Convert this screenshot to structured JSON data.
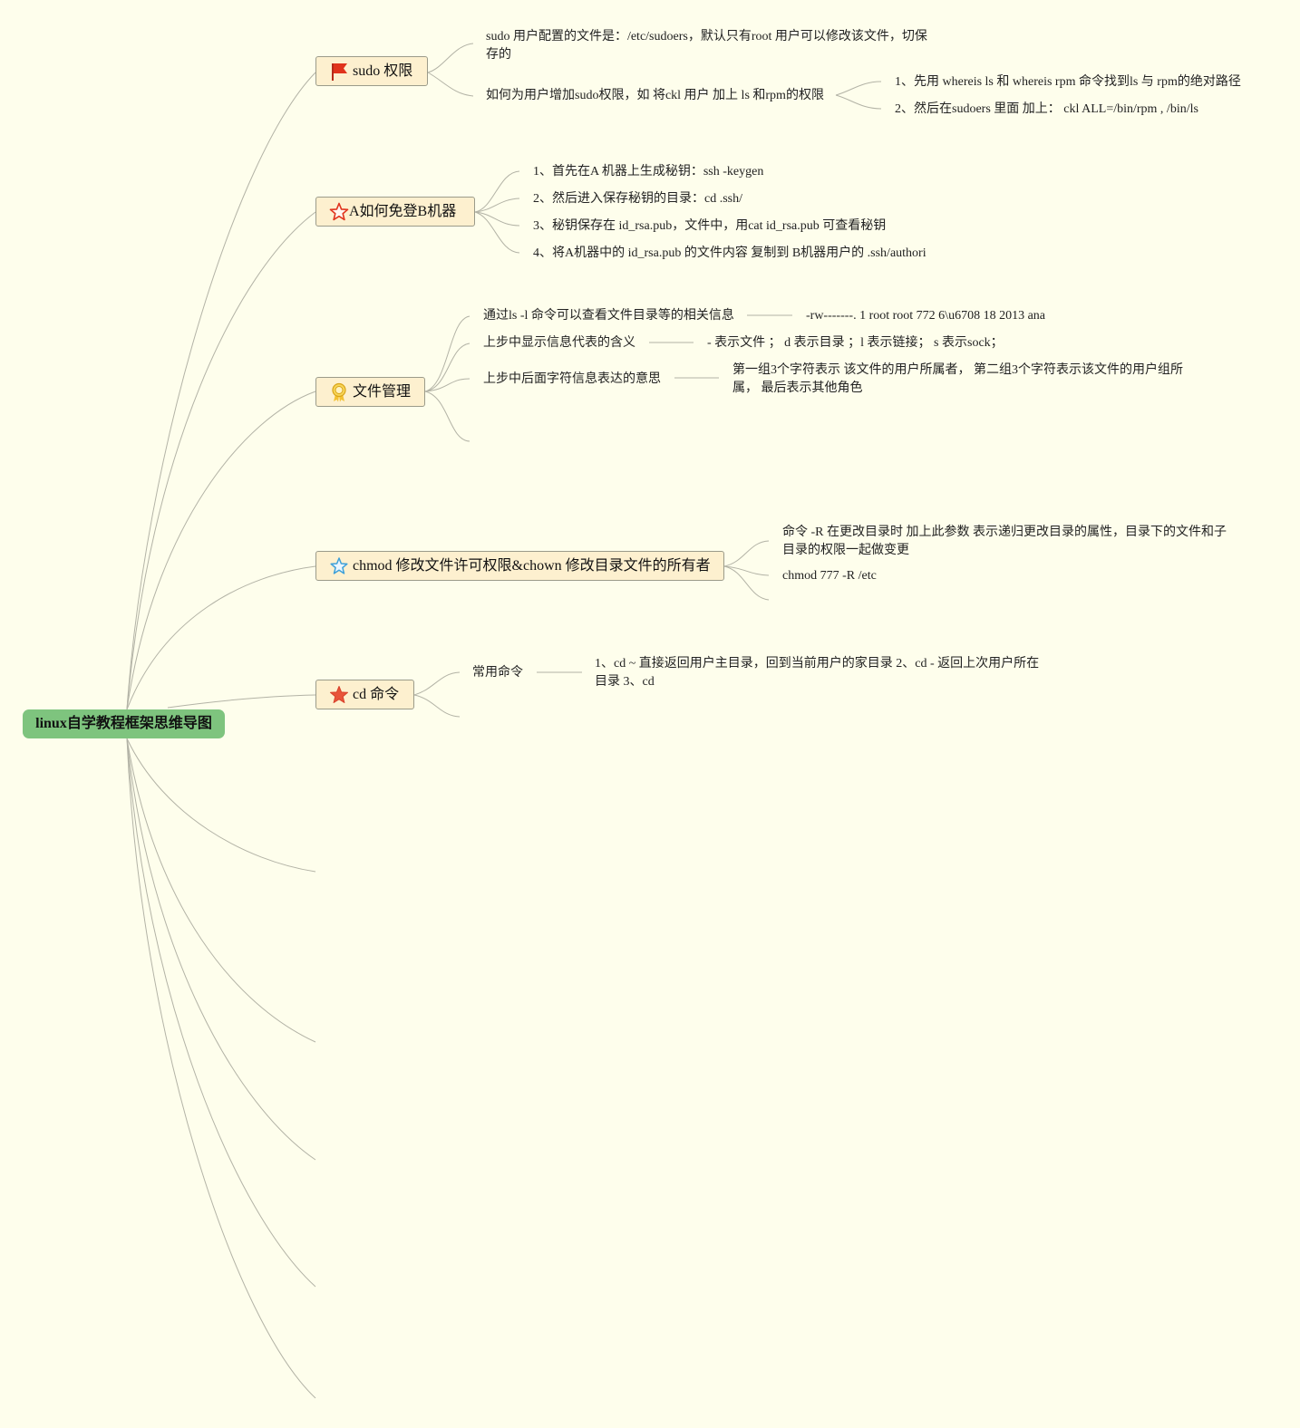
{
  "root": {
    "label": "linux自学教程框架思维导图"
  },
  "branches": [
    {
      "id": "sudo",
      "label": "sudo 权限",
      "icon": "red-flag-icon",
      "children": [
        {
          "text": "sudo 用户配置的文件是：/etc/sudoers，默认只有root 用户可以修改该文件，切保存的"
        },
        {
          "text": "如何为用户增加sudo权限，如 将ckl 用户 加上 ls 和rpm的权限",
          "children": [
            {
              "text": "1、先用 whereis ls 和 whereis rpm 命令找到ls 与 rpm的绝对路径"
            },
            {
              "text": "2、然后在sudoers 里面 加上： ckl ALL=/bin/rpm , /bin/ls"
            }
          ]
        }
      ]
    },
    {
      "id": "ssh",
      "label": "A如何免登B机器",
      "icon": "red-star-outline-icon",
      "children": [
        {
          "text": "1、首先在A 机器上生成秘钥：ssh -keygen"
        },
        {
          "text": "2、然后进入保存秘钥的目录：cd .ssh/"
        },
        {
          "text": "3、秘钥保存在 id_rsa.pub，文件中，用cat id_rsa.pub 可查看秘钥"
        },
        {
          "text": "4、将A机器中的 id_rsa.pub 的文件内容 复制到 B机器用户的 .ssh/authori"
        }
      ]
    },
    {
      "id": "files",
      "label": "文件管理",
      "icon": "award-medal-icon",
      "children": [
        {
          "text": "通过ls -l 命令可以查看文件目录等的相关信息",
          "detail": "-rw-------. 1 root root 772 6\\u6708 18 2013 ana"
        },
        {
          "text": "上步中显示信息代表的含义",
          "detail": "- 表示文件 ； d 表示目录 ；l 表示链接； s 表示sock；"
        },
        {
          "text": "上步中后面字符信息表达的意思",
          "detail": "第一组3个字符表示 该文件的用户所属者， 第二组3个字符表示该文件的用户组所属， 最后表示其他角色"
        }
      ]
    },
    {
      "id": "chmod",
      "label": "chmod 修改文件许可权限&chown 修改目录文件的所有者",
      "icon": "blue-star-outline-icon",
      "children": [
        {
          "text": "命令 -R 在更改目录时 加上此参数 表示递归更改目录的属性，目录下的文件和子目录的权限一起做变更"
        },
        {
          "text": "chmod 777 -R /etc"
        }
      ]
    },
    {
      "id": "cd",
      "label": "cd 命令",
      "icon": "red-star-filled-icon",
      "children": [
        {
          "text": "常用命令",
          "detail": "1、cd ~ 直接返回用户主目录，回到当前用户的家目录 2、cd - 返回上次用户所在目录 3、cd"
        }
      ]
    }
  ],
  "colors": {
    "background": "#fefeec",
    "root_fill": "#7ec47e",
    "topic_fill": "#fdf0cf",
    "topic_border": "#9b9b8a",
    "link_line": "#b3b3a6"
  }
}
